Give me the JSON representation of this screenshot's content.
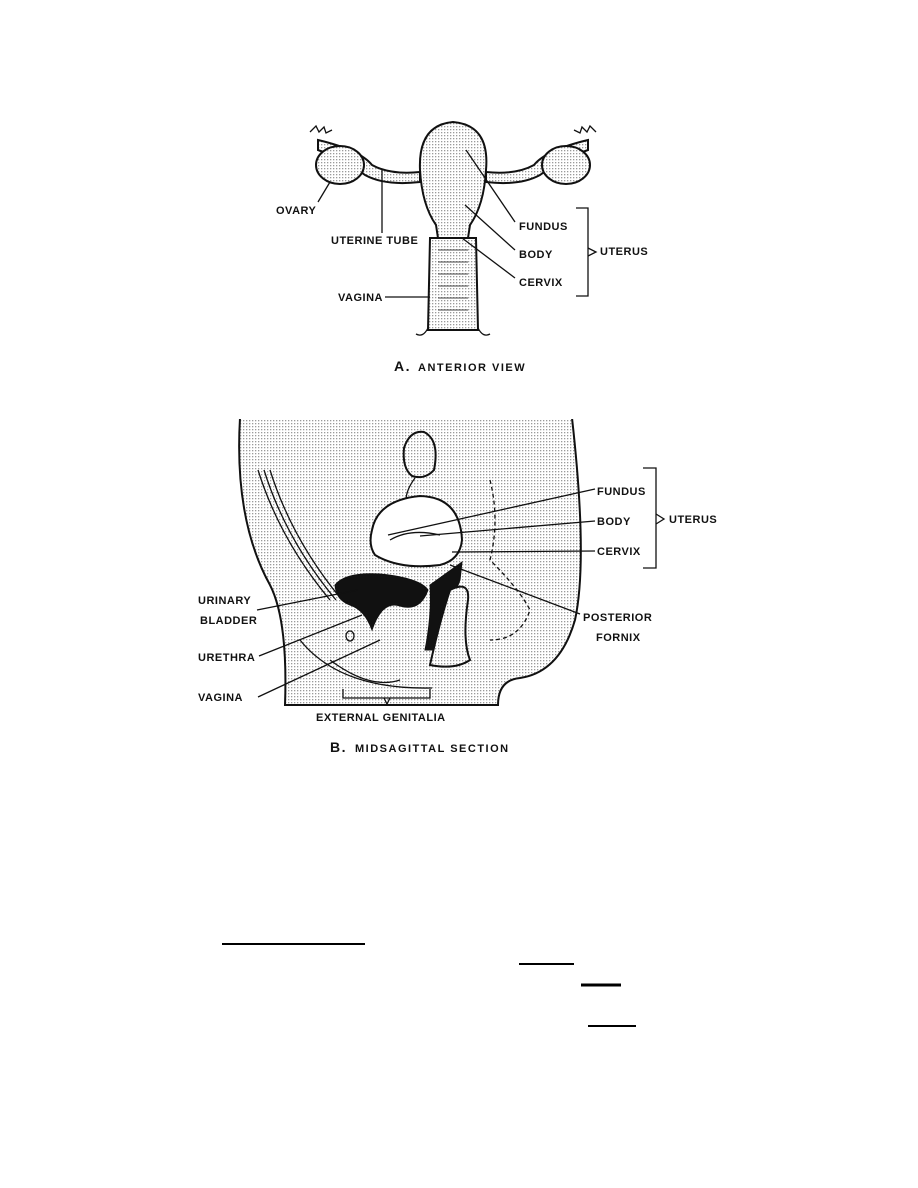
{
  "figure_a": {
    "labels": {
      "ovary": "OVARY",
      "uterine_tube": "UTERINE TUBE",
      "vagina": "VAGINA",
      "fundus": "FUNDUS",
      "body": "BODY",
      "cervix": "CERVIX",
      "uterus": "UTERUS"
    },
    "caption_letter": "A.",
    "caption": "ANTERIOR VIEW"
  },
  "figure_b": {
    "labels": {
      "fundus": "FUNDUS",
      "body": "BODY",
      "cervix": "CERVIX",
      "uterus": "UTERUS",
      "urinary": "URINARY",
      "bladder": "BLADDER",
      "urethra": "URETHRA",
      "vagina": "VAGINA",
      "posterior": "POSTERIOR",
      "fornix": "FORNIX",
      "external_genitalia": "EXTERNAL GENITALIA"
    },
    "caption_letter": "B.",
    "caption": "MIDSAGITTAL SECTION"
  }
}
